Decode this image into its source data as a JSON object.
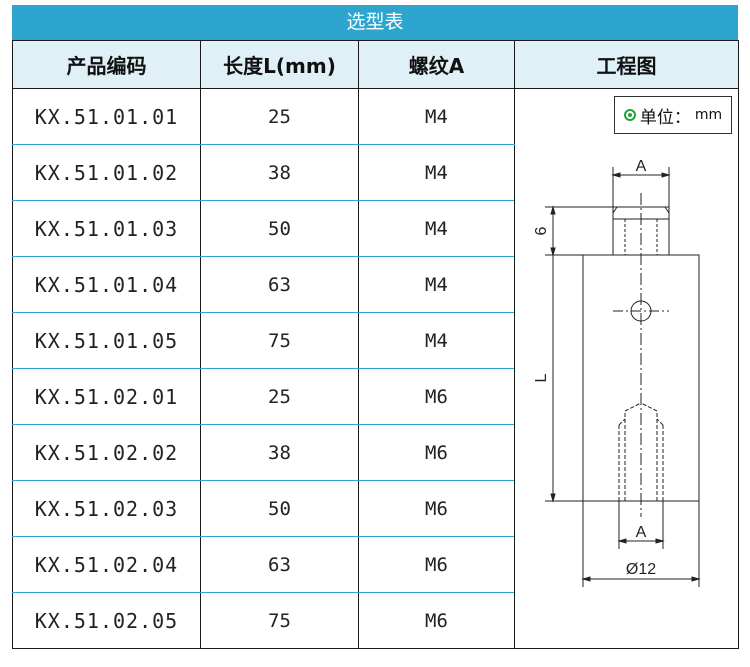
{
  "title": "选型表",
  "headers": [
    "产品编码",
    "长度L(mm)",
    "螺纹A",
    "工程图"
  ],
  "rows": [
    {
      "code": "KX.51.01.01",
      "length": "25",
      "thread": "M4"
    },
    {
      "code": "KX.51.01.02",
      "length": "38",
      "thread": "M4"
    },
    {
      "code": "KX.51.01.03",
      "length": "50",
      "thread": "M4"
    },
    {
      "code": "KX.51.01.04",
      "length": "63",
      "thread": "M4"
    },
    {
      "code": "KX.51.01.05",
      "length": "75",
      "thread": "M4"
    },
    {
      "code": "KX.51.02.01",
      "length": "25",
      "thread": "M6"
    },
    {
      "code": "KX.51.02.02",
      "length": "38",
      "thread": "M6"
    },
    {
      "code": "KX.51.02.03",
      "length": "50",
      "thread": "M6"
    },
    {
      "code": "KX.51.02.04",
      "length": "63",
      "thread": "M6"
    },
    {
      "code": "KX.51.02.05",
      "length": "75",
      "thread": "M6"
    }
  ],
  "unit": {
    "label": "单位：",
    "value": "mm"
  },
  "drawing": {
    "dim_a_top": "A",
    "dim_6": "6",
    "dim_l": "L",
    "dim_a_bottom": "A",
    "dim_diameter": "Ø12"
  },
  "colors": {
    "header_bar": "#2ea5cf",
    "header_row": "#dff0f7",
    "unit_icon": "#22a33a"
  }
}
